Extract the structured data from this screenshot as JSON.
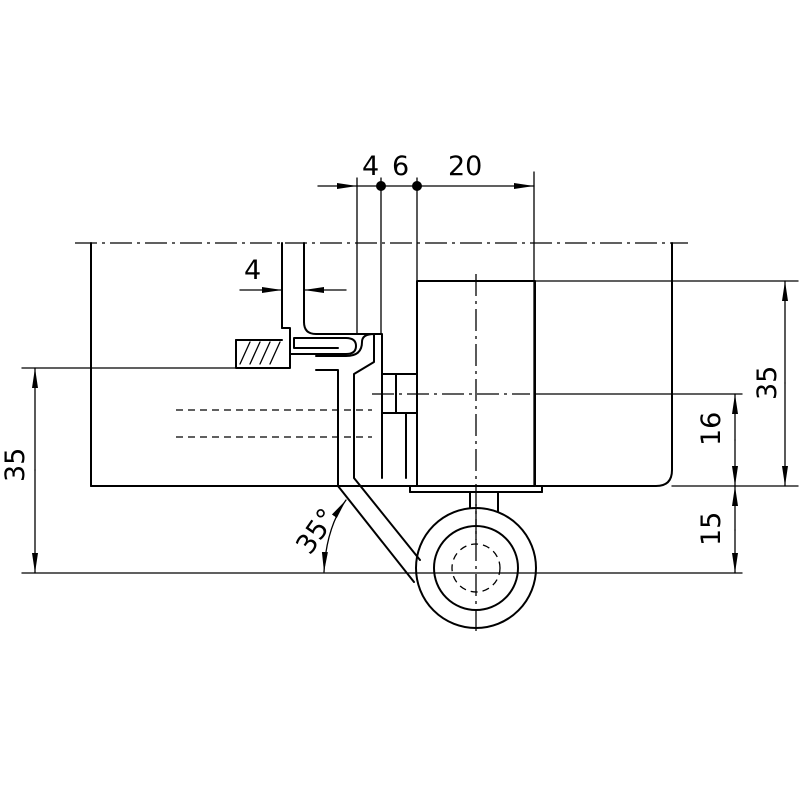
{
  "drawing": {
    "dimensions": {
      "top_4": "4",
      "top_6": "6",
      "top_20": "20",
      "gap_4": "4",
      "left_35": "35",
      "right_35": "35",
      "right_16": "16",
      "right_15": "15",
      "angle_35": "35°"
    }
  }
}
